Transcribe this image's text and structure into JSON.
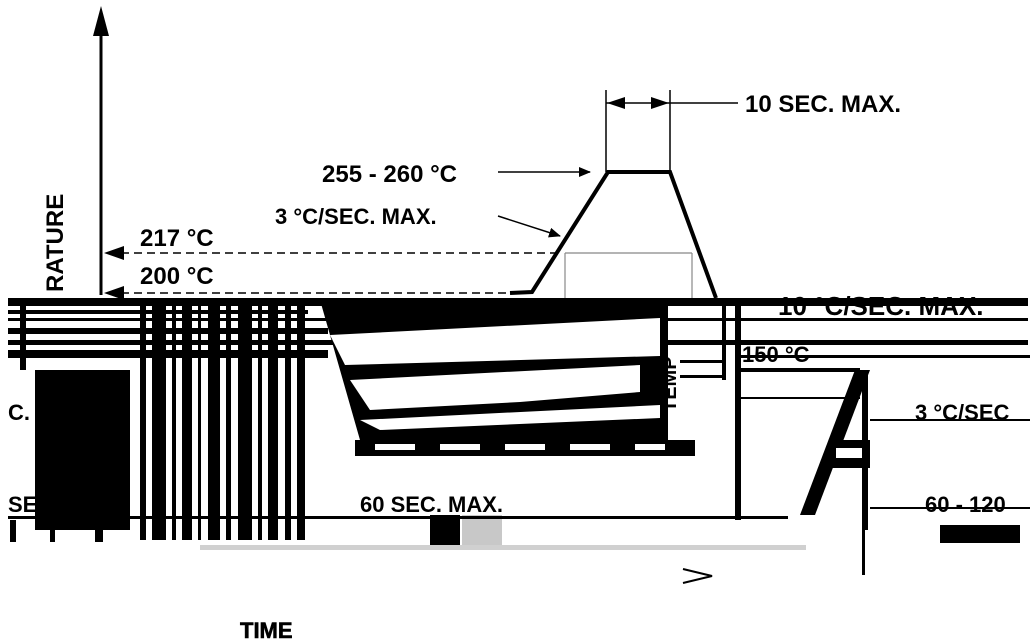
{
  "diagram": {
    "peak_time_label": "10 SEC. MAX.",
    "peak_temp_label": "255 - 260 °C",
    "ramp_up_label": "3 °C/SEC. MAX.",
    "liquidus_temp_label": "217 °C",
    "soak_temp_label": "200 °C",
    "y_axis_label": "RATURE",
    "x_axis_label": "TIME",
    "garbled": {
      "cool_rate_label": "10 °C/SEC. MAX.",
      "preheat_temp_label": "150 °C",
      "ramp_down_label": "3 °C/SEC",
      "left_rate_label": "C. MAX.",
      "left_time_label": "SEC",
      "time_above_label": "60 SEC. MAX.",
      "preheat_time_label": "60 - 120",
      "temp_vertical_label": "TEMP"
    }
  }
}
